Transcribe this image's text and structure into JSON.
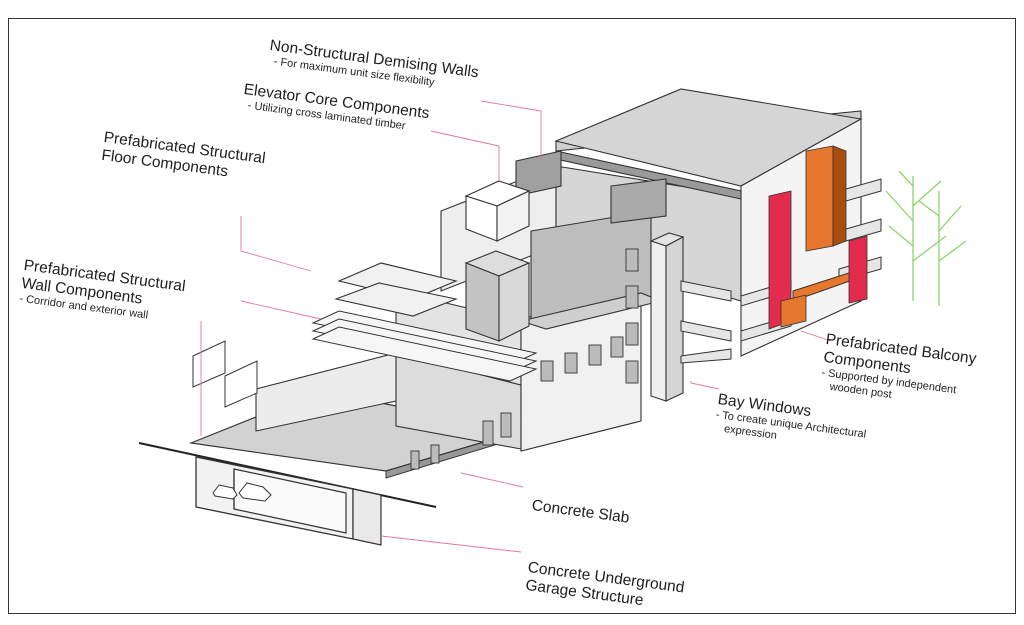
{
  "labels": {
    "demising": {
      "title": "Non-Structural Demising Walls",
      "sub": "- For maximum unit size flexibility"
    },
    "elevator": {
      "title": "Elevator Core Components",
      "sub": "- Utilizing cross laminated timber"
    },
    "floor": {
      "title_line1": "Prefabricated Structural",
      "title_line2": "Floor Components"
    },
    "wall": {
      "title_line1": "Prefabricated Structural",
      "title_line2": "Wall Components",
      "sub": "- Corridor and exterior wall"
    },
    "balcony": {
      "title_line1": "Prefabricated Balcony",
      "title_line2": "Components",
      "sub_line1": "- Supported by independent",
      "sub_line2": "wooden post"
    },
    "bay": {
      "title": "Bay Windows",
      "sub_line1": "- To create unique Architectural",
      "sub_line2": "expression"
    },
    "slab": {
      "title": "Concrete Slab"
    },
    "garage": {
      "title_line1": "Concrete Underground",
      "title_line2": "Garage Structure"
    }
  },
  "colors": {
    "leader": "#e0779a",
    "accent_red": "#e32b4e",
    "accent_orange": "#e8772e",
    "wall_gray": "#a9a9a9",
    "light_gray": "#e6e6e6",
    "tree_green": "#8cd66a"
  }
}
